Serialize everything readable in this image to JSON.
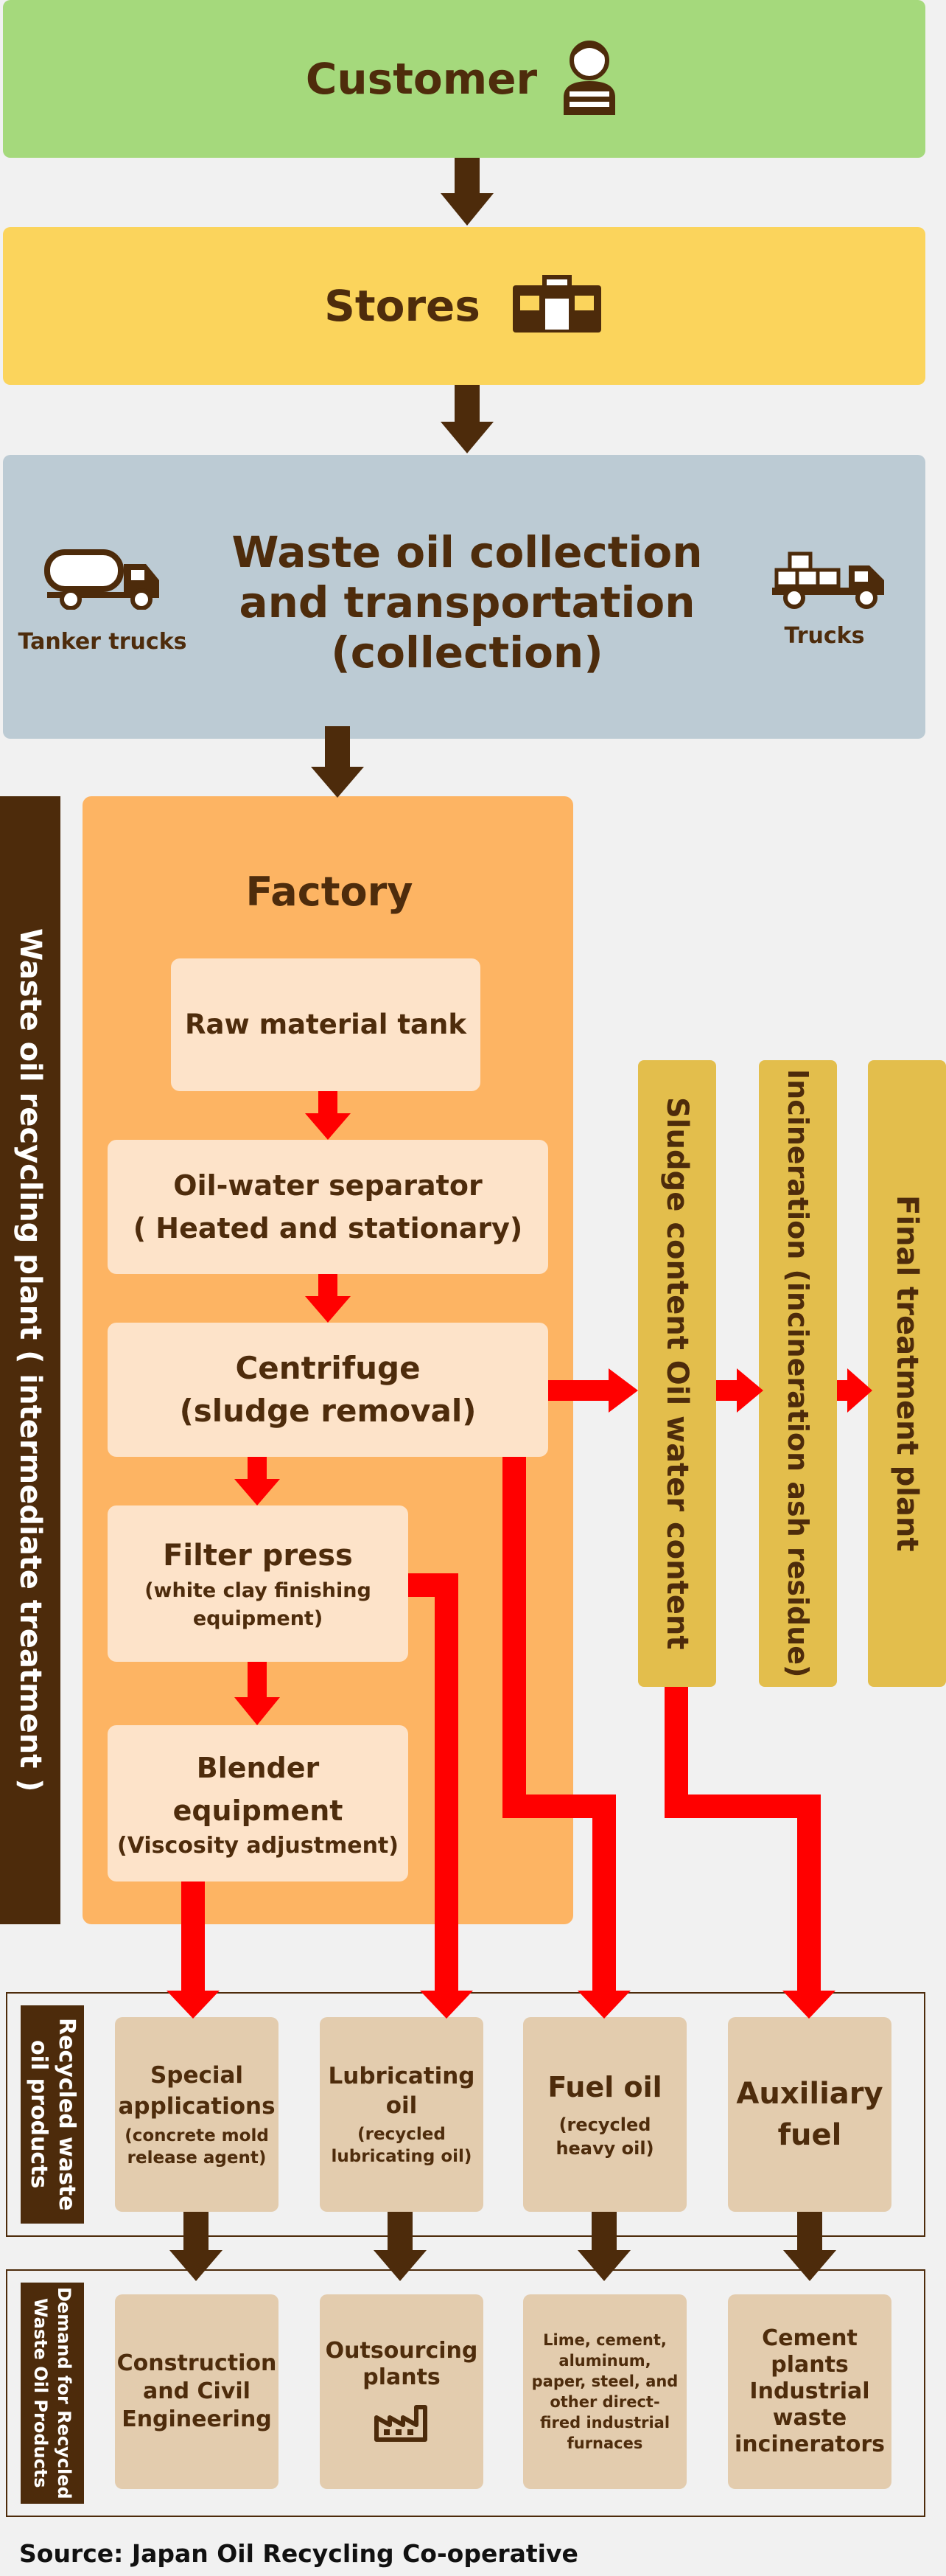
{
  "customer": {
    "label": "Customer"
  },
  "stores": {
    "label": "Stores"
  },
  "collection": {
    "title_line1": "Waste oil collection",
    "title_line2": "and transportation",
    "title_line3": "(collection)",
    "tanker_label": "Tanker trucks",
    "trucks_label": "Trucks"
  },
  "plant_label": "Waste oil recycling plant ( intermediate treatment )",
  "factory": {
    "title": "Factory",
    "raw_tank": "Raw material tank",
    "separator_line1": "Oil-water separator",
    "separator_line2": "( Heated and stationary)",
    "centrifuge_line1": "Centrifuge",
    "centrifuge_line2": "(sludge removal)",
    "filter_title": "Filter press",
    "filter_sub_line1": "(white clay finishing",
    "filter_sub_line2": "equipment)",
    "blender_title": "Blender equipment",
    "blender_sub": "(Viscosity adjustment)"
  },
  "side_columns": {
    "sludge": "Sludge content Oil water content",
    "incineration": "Incineration (incineration ash residue)",
    "final": "Final treatment plant"
  },
  "products": {
    "section_label": "Recycled waste oil products",
    "items": [
      {
        "title": "Special applications",
        "sub": "(concrete mold release agent)"
      },
      {
        "title": "Lubricating oil",
        "sub": "(recycled lubricating oil)"
      },
      {
        "title": "Fuel oil",
        "sub": "(recycled heavy oil)"
      },
      {
        "title": "Auxiliary fuel",
        "sub": ""
      }
    ]
  },
  "demand": {
    "section_label": "Demand for Recycled Waste Oil Products",
    "items": [
      {
        "title": "Construction and Civil Engineering"
      },
      {
        "title": "Outsourcing plants"
      },
      {
        "title": "Lime, cement, aluminum, paper, steel, and other direct-fired industrial furnaces"
      },
      {
        "title": "Cement plants Industrial waste incinerators"
      }
    ]
  },
  "source": "Source: Japan Oil Recycling Co-operative",
  "colors": {
    "customer_band": "#a5d97c",
    "stores_band": "#fbd45c",
    "collection_band": "#bccbd4",
    "factory_bg": "#fdb463",
    "side_column": "#e3be4c",
    "dark_brown": "#4d2b0b",
    "red_arrow": "#ff0000"
  },
  "icons": [
    "person-icon",
    "store-icon",
    "tanker-truck-icon",
    "truck-icon",
    "factory-icon"
  ]
}
